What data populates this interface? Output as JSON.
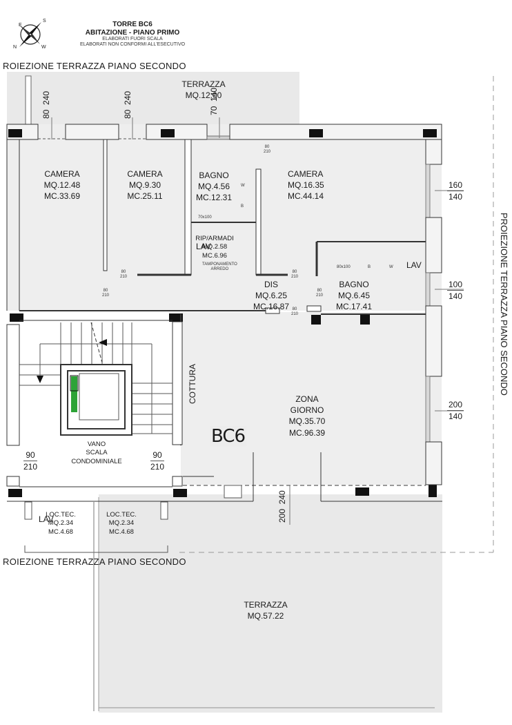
{
  "header": {
    "title": "TORRE BC6",
    "subtitle": "ABITAZIONE - PIANO PRIMO",
    "note1": "ELABORATI FUORI SCALA",
    "note2": "ELABORATI NON CONFORMI ALL'ESECUTIVO"
  },
  "compass": {
    "n": "N",
    "s": "S",
    "e": "E",
    "w": "W"
  },
  "projections": {
    "top": "ROIEZIONE   TERRAZZA PIANO SECONDO",
    "bottom": "ROIEZIONE   TERRAZZA PIANO SECONDO",
    "right": "PROIEZIONE   TERRAZZA PIANO SECONDO"
  },
  "rooms": {
    "terrazza_top": {
      "name": "TERRAZZA",
      "mq": "MQ.12.00"
    },
    "camera1": {
      "name": "CAMERA",
      "mq": "MQ.12.48",
      "mc": "MC.33.69"
    },
    "camera2": {
      "name": "CAMERA",
      "mq": "MQ.9.30",
      "mc": "MC.25.11"
    },
    "bagno1": {
      "name": "BAGNO",
      "mq": "MQ.4.56",
      "mc": "MC.12.31"
    },
    "camera3": {
      "name": "CAMERA",
      "mq": "MQ.16.35",
      "mc": "MC.44.14"
    },
    "ripostiglio": {
      "name": "RIP/ARMADI",
      "mq": "MQ.2.58",
      "mc": "MC.6.96",
      "overlay": "LAV",
      "note": "TAMPONAMENTO",
      "note2": "ARREDO"
    },
    "dis": {
      "name": "DIS",
      "mq": "MQ.6.25",
      "mc": "MC.16.87"
    },
    "bagno2": {
      "name": "BAGNO",
      "mq": "MQ.6.45",
      "mc": "MC.17.41",
      "lav": "LAV",
      "b": "B",
      "w": "W",
      "shower": "80x100"
    },
    "zona_giorno": {
      "name": "ZONA",
      "name2": "GIORNO",
      "mq": "MQ.35.70",
      "mc": "MC.96.39"
    },
    "cottura": {
      "name": "COTTURA"
    },
    "vano_scala": {
      "line1": "VANO",
      "line2": "SCALA",
      "line3": "CONDOMINIALE"
    },
    "loc_tec1": {
      "name": "LOC.TEC.",
      "mq": "MQ.2.34",
      "mc": "MC.4.68",
      "overlay": "LAV"
    },
    "loc_tec2": {
      "name": "LOC.TEC.",
      "mq": "MQ.2.34",
      "mc": "MC.4.68"
    },
    "terrazza_bottom": {
      "name": "TERRAZZA",
      "mq": "MQ.57.22"
    }
  },
  "unit_label": "BC6",
  "fixtures": {
    "bagno1_w": "W",
    "bagno1_b": "B",
    "bagno1_shower": "70x100"
  },
  "dimensions": {
    "win_cam1": {
      "a": "80",
      "b": "240"
    },
    "win_cam2": {
      "a": "80",
      "b": "240"
    },
    "win_bagno1": {
      "a": "70",
      "b": "140"
    },
    "win_cam3": {
      "a": "160",
      "b": "140"
    },
    "win_bagno2": {
      "a": "100",
      "b": "140"
    },
    "win_giorno": {
      "a": "200",
      "b": "140"
    },
    "door_left": {
      "a": "90",
      "b": "210"
    },
    "door_right": {
      "a": "90",
      "b": "210"
    },
    "door_terrace": {
      "a": "200",
      "b": "240"
    },
    "door_small": {
      "a": "80",
      "b": "210"
    }
  }
}
